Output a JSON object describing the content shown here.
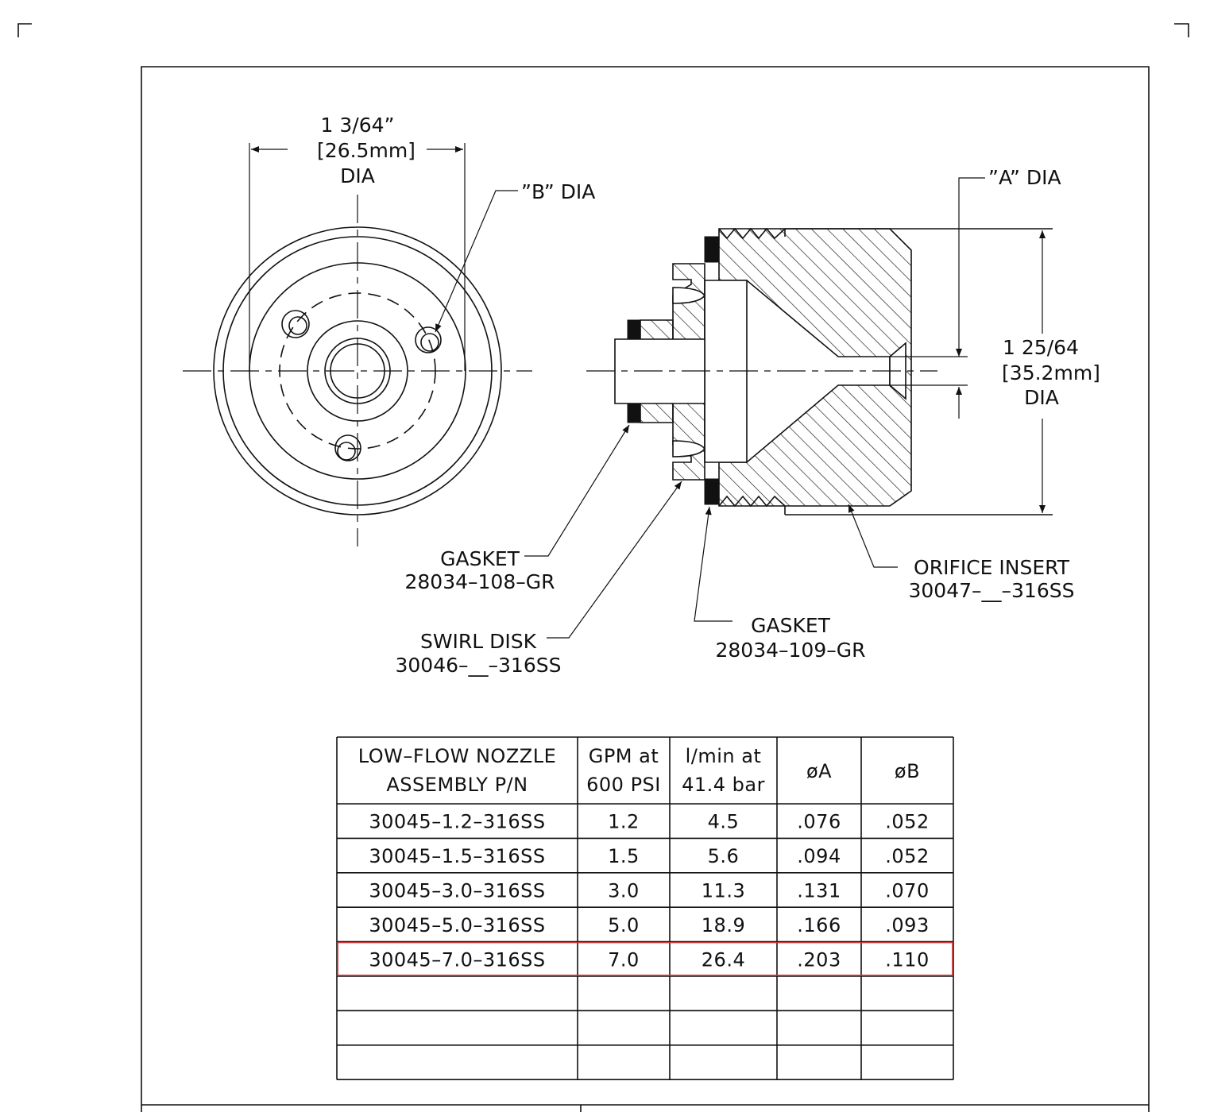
{
  "drawing": {
    "dim_width": {
      "line1": "1 3/64”",
      "line2": "[26.5mm]",
      "line3": "DIA"
    },
    "dim_b": "”B”  DIA",
    "dim_a": "”A”  DIA",
    "dim_height": {
      "line1": "1  25/64",
      "line2": "[35.2mm]",
      "line3": "DIA"
    },
    "callouts": {
      "gasket_108": {
        "name": "GASKET",
        "part": "28034–108–GR"
      },
      "swirl_disk": {
        "name": "SWIRL  DISK",
        "part": "30046–__–316SS"
      },
      "gasket_109": {
        "name": "GASKET",
        "part": "28034–109–GR"
      },
      "orifice_insert": {
        "name": "ORIFICE  INSERT",
        "part": "30047–__–316SS"
      }
    }
  },
  "table": {
    "headers": [
      [
        "LOW–FLOW  NOZZLE",
        "ASSEMBLY  P/N"
      ],
      [
        "GPM  at",
        "600  PSI"
      ],
      [
        "l/min  at",
        "41.4  bar"
      ],
      [
        "øA"
      ],
      [
        "øB"
      ]
    ],
    "rows": [
      [
        "30045–1.2–316SS",
        "1.2",
        "4.5",
        ".076",
        ".052"
      ],
      [
        "30045–1.5–316SS",
        "1.5",
        "5.6",
        ".094",
        ".052"
      ],
      [
        "30045–3.0–316SS",
        "3.0",
        "11.3",
        ".131",
        ".070"
      ],
      [
        "30045–5.0–316SS",
        "5.0",
        "18.9",
        ".166",
        ".093"
      ],
      [
        "30045–7.0–316SS",
        "7.0",
        "26.4",
        ".203",
        ".110"
      ],
      [
        "",
        "",
        "",
        "",
        ""
      ],
      [
        "",
        "",
        "",
        "",
        ""
      ],
      [
        "",
        "",
        "",
        "",
        ""
      ]
    ],
    "highlighted_row": 4,
    "highlight_color": "#cc3333"
  }
}
